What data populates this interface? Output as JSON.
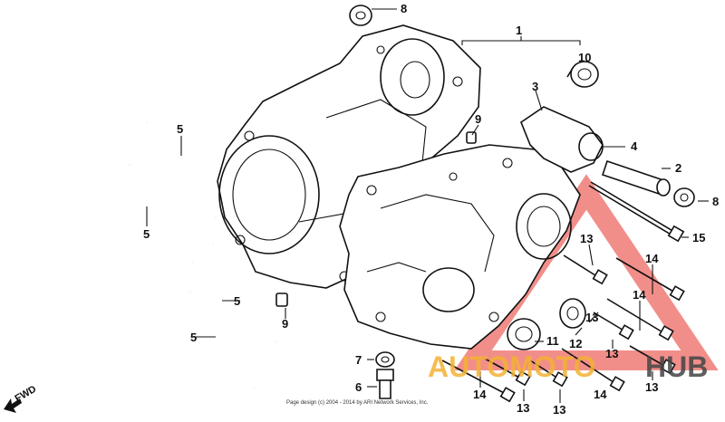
{
  "part_labels": [
    "8",
    "1",
    "10",
    "3",
    "9",
    "5",
    "4",
    "2",
    "8",
    "5",
    "13",
    "15",
    "5",
    "14",
    "14",
    "5",
    "9",
    "13",
    "13",
    "11",
    "12",
    "7",
    "13",
    "13",
    "6",
    "14",
    "13",
    "14"
  ],
  "forward_label": "FWD",
  "footer_text": "Page design (c) 2004 - 2014 by ARI Network Services, Inc.",
  "watermark": {
    "part1": "AUTOMOTO",
    "part2": "HUB",
    "color_primary": "#f3b233",
    "color_triangle": "#e8312a"
  }
}
